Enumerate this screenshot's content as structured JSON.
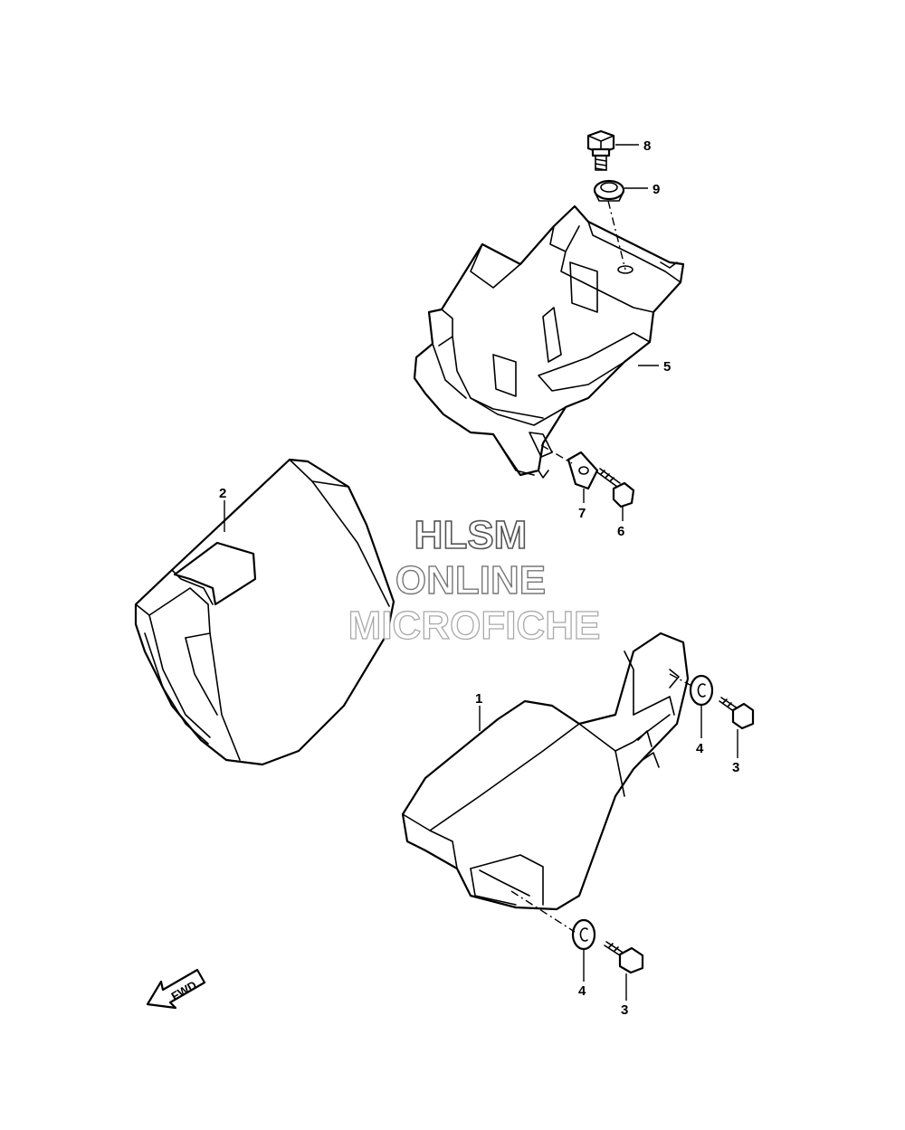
{
  "watermark": {
    "line1": "HLSM",
    "line2": "ONLINE",
    "line3": "MICROFICHE"
  },
  "fwd_label": "FWD",
  "callouts": [
    {
      "id": "c1",
      "label": "1"
    },
    {
      "id": "c2",
      "label": "2"
    },
    {
      "id": "c3a",
      "label": "3"
    },
    {
      "id": "c3b",
      "label": "3"
    },
    {
      "id": "c4a",
      "label": "4"
    },
    {
      "id": "c4b",
      "label": "4"
    },
    {
      "id": "c5",
      "label": "5"
    },
    {
      "id": "c6",
      "label": "6"
    },
    {
      "id": "c7",
      "label": "7"
    },
    {
      "id": "c8",
      "label": "8"
    },
    {
      "id": "c9",
      "label": "9"
    }
  ],
  "colors": {
    "line": "#000000",
    "background": "#ffffff",
    "watermark_stroke": "#555555",
    "watermark_stroke_light": "#aaaaaa"
  }
}
